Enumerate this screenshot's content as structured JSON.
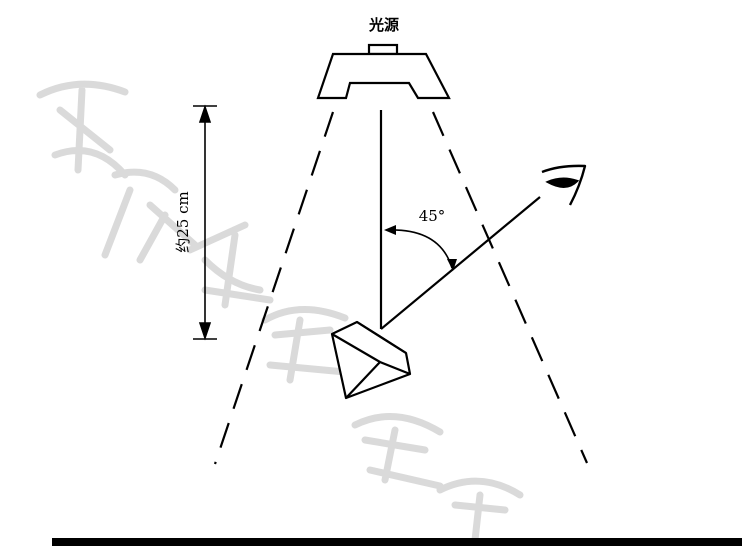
{
  "diagram": {
    "light_source_label": "光源",
    "distance_label": "约25 cm",
    "angle_label": "45°"
  },
  "colors": {
    "line": "#000000",
    "background": "#ffffff",
    "watermark": "#cfcfcf"
  },
  "watermark": {
    "text": "重庆计量质量"
  }
}
